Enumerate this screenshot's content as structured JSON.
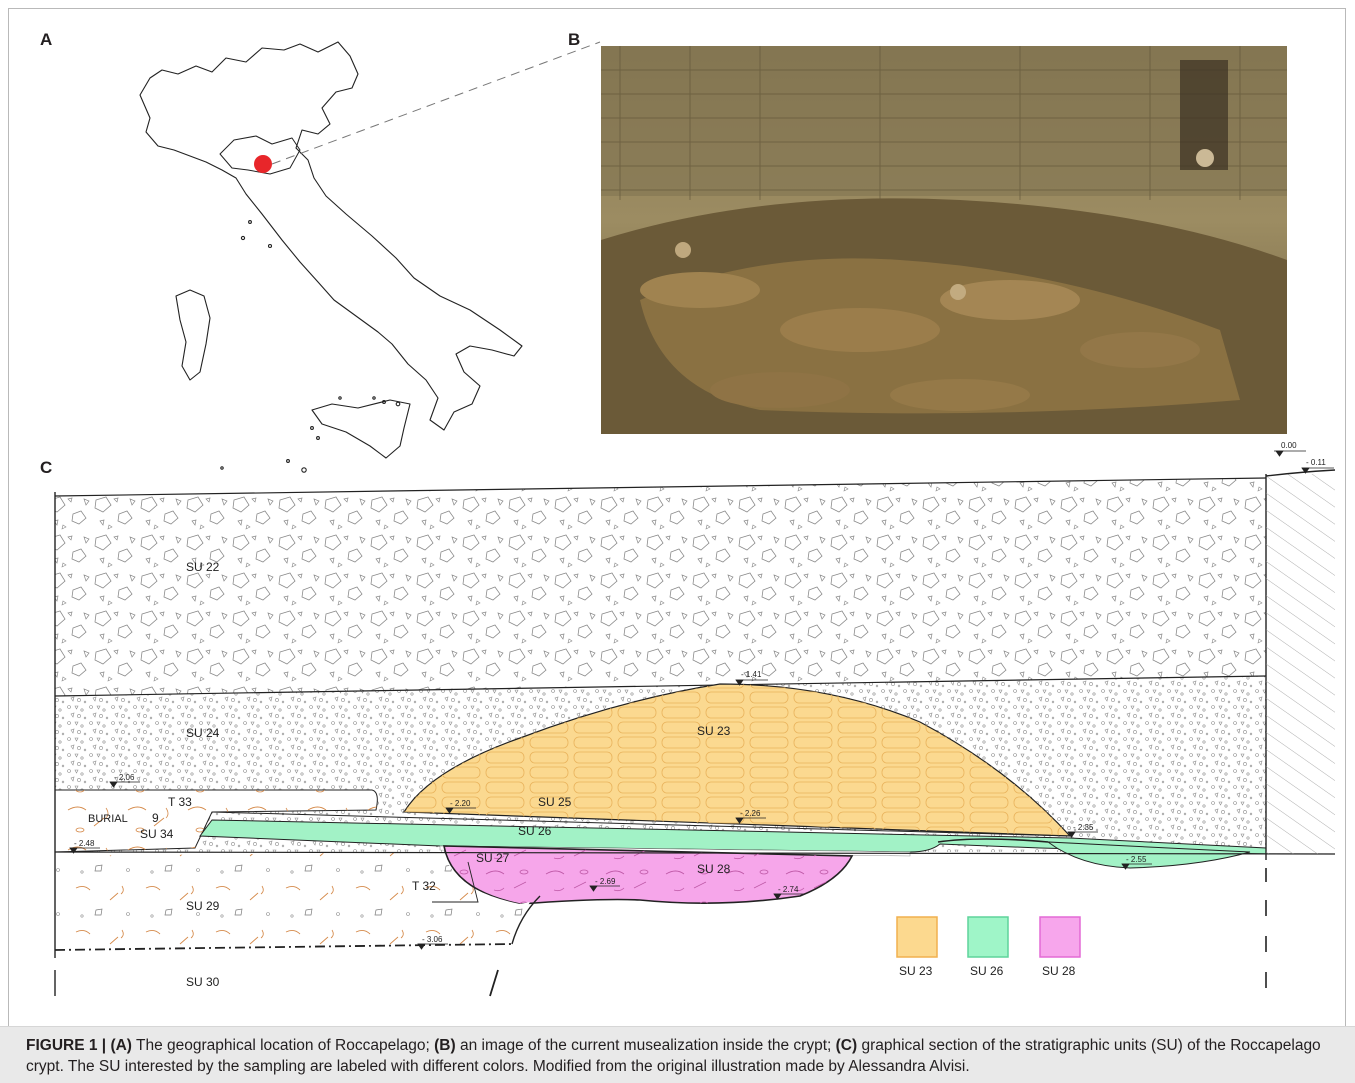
{
  "panels": {
    "a": "A",
    "b": "B",
    "c": "C"
  },
  "section": {
    "units": {
      "su22": "SU 22",
      "su24": "SU 24",
      "su23": "SU 23",
      "su25": "SU 25",
      "su26": "SU 26",
      "su27": "SU 27",
      "su28": "SU 28",
      "su29": "SU 29",
      "su30": "SU 30",
      "su34": "SU 34",
      "t33": "T 33",
      "t32": "T 32",
      "burial": "BURIAL",
      "burial_num": "9"
    },
    "elevations": {
      "e000": "0.00",
      "e011": "- 0.11",
      "e141": "- 1.41",
      "e206": "- 2.06",
      "e220": "- 2.20",
      "e226": "- 2.26",
      "e235": "- 2.35",
      "e248": "- 2.48",
      "e255": "- 2.55",
      "e269": "- 2.69",
      "e274": "- 2.74",
      "e306": "- 3.06"
    },
    "legend": [
      {
        "label": "SU 23",
        "color": "#fcd98f",
        "stroke": "#f1b04f"
      },
      {
        "label": "SU 26",
        "color": "#9ff5c8",
        "stroke": "#5ed49b"
      },
      {
        "label": "SU 28",
        "color": "#f7a6ec",
        "stroke": "#e36ad5"
      }
    ],
    "colors": {
      "su23_fill": "#fbd990",
      "su26_fill": "#a2f2c6",
      "su28_fill": "#f6a6ea",
      "map_marker": "#e8262a"
    }
  },
  "caption": {
    "lead": "FIGURE 1 | ",
    "a_lbl": "(A)",
    "a_txt": " The geographical location of Roccapelago; ",
    "b_lbl": "(B)",
    "b_txt": " an image of the current musealization inside the crypt; ",
    "c_lbl": "(C)",
    "c_txt": " graphical section of the stratigraphic units (SU) of the Roccapelago crypt. The SU interested by the sampling are labeled with different colors. Modified from the original illustration made by Alessandra Alvisi."
  }
}
